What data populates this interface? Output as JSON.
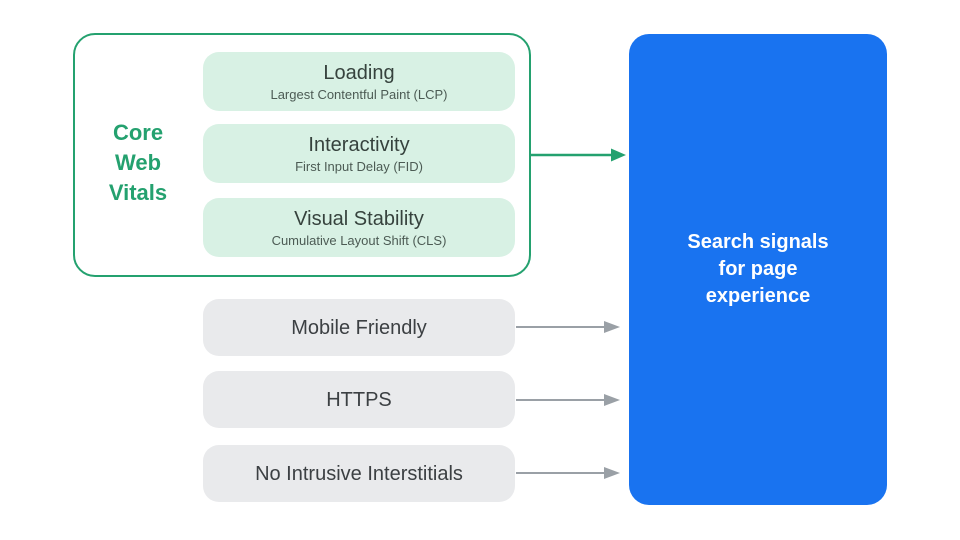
{
  "diagram": {
    "core_web_vitals": {
      "label": {
        "line1": "Core",
        "line2": "Web",
        "line3": "Vitals"
      },
      "metrics": [
        {
          "title": "Loading",
          "subtitle": "Largest Contentful Paint (LCP)"
        },
        {
          "title": "Interactivity",
          "subtitle": "First Input Delay (FID)"
        },
        {
          "title": "Visual Stability",
          "subtitle": "Cumulative Layout Shift (CLS)"
        }
      ]
    },
    "other_signals": [
      {
        "label": "Mobile Friendly"
      },
      {
        "label": "HTTPS"
      },
      {
        "label": "No Intrusive Interstitials"
      }
    ],
    "result_panel": {
      "label": {
        "line1": "Search signals",
        "line2": "for page",
        "line3": "experience"
      }
    },
    "colors": {
      "accent_green": "#24A16F",
      "green_pill_fill": "#D8F1E4",
      "gray_pill_fill": "#E9EAEC",
      "blue_panel_fill": "#1973F0",
      "arrow_gray": "#9AA0A6",
      "pill_title_text": "#36423D",
      "pill_subtitle_text": "#4C5B54",
      "gray_pill_text": "#3C4043",
      "panel_text": "#FFFFFF"
    }
  }
}
